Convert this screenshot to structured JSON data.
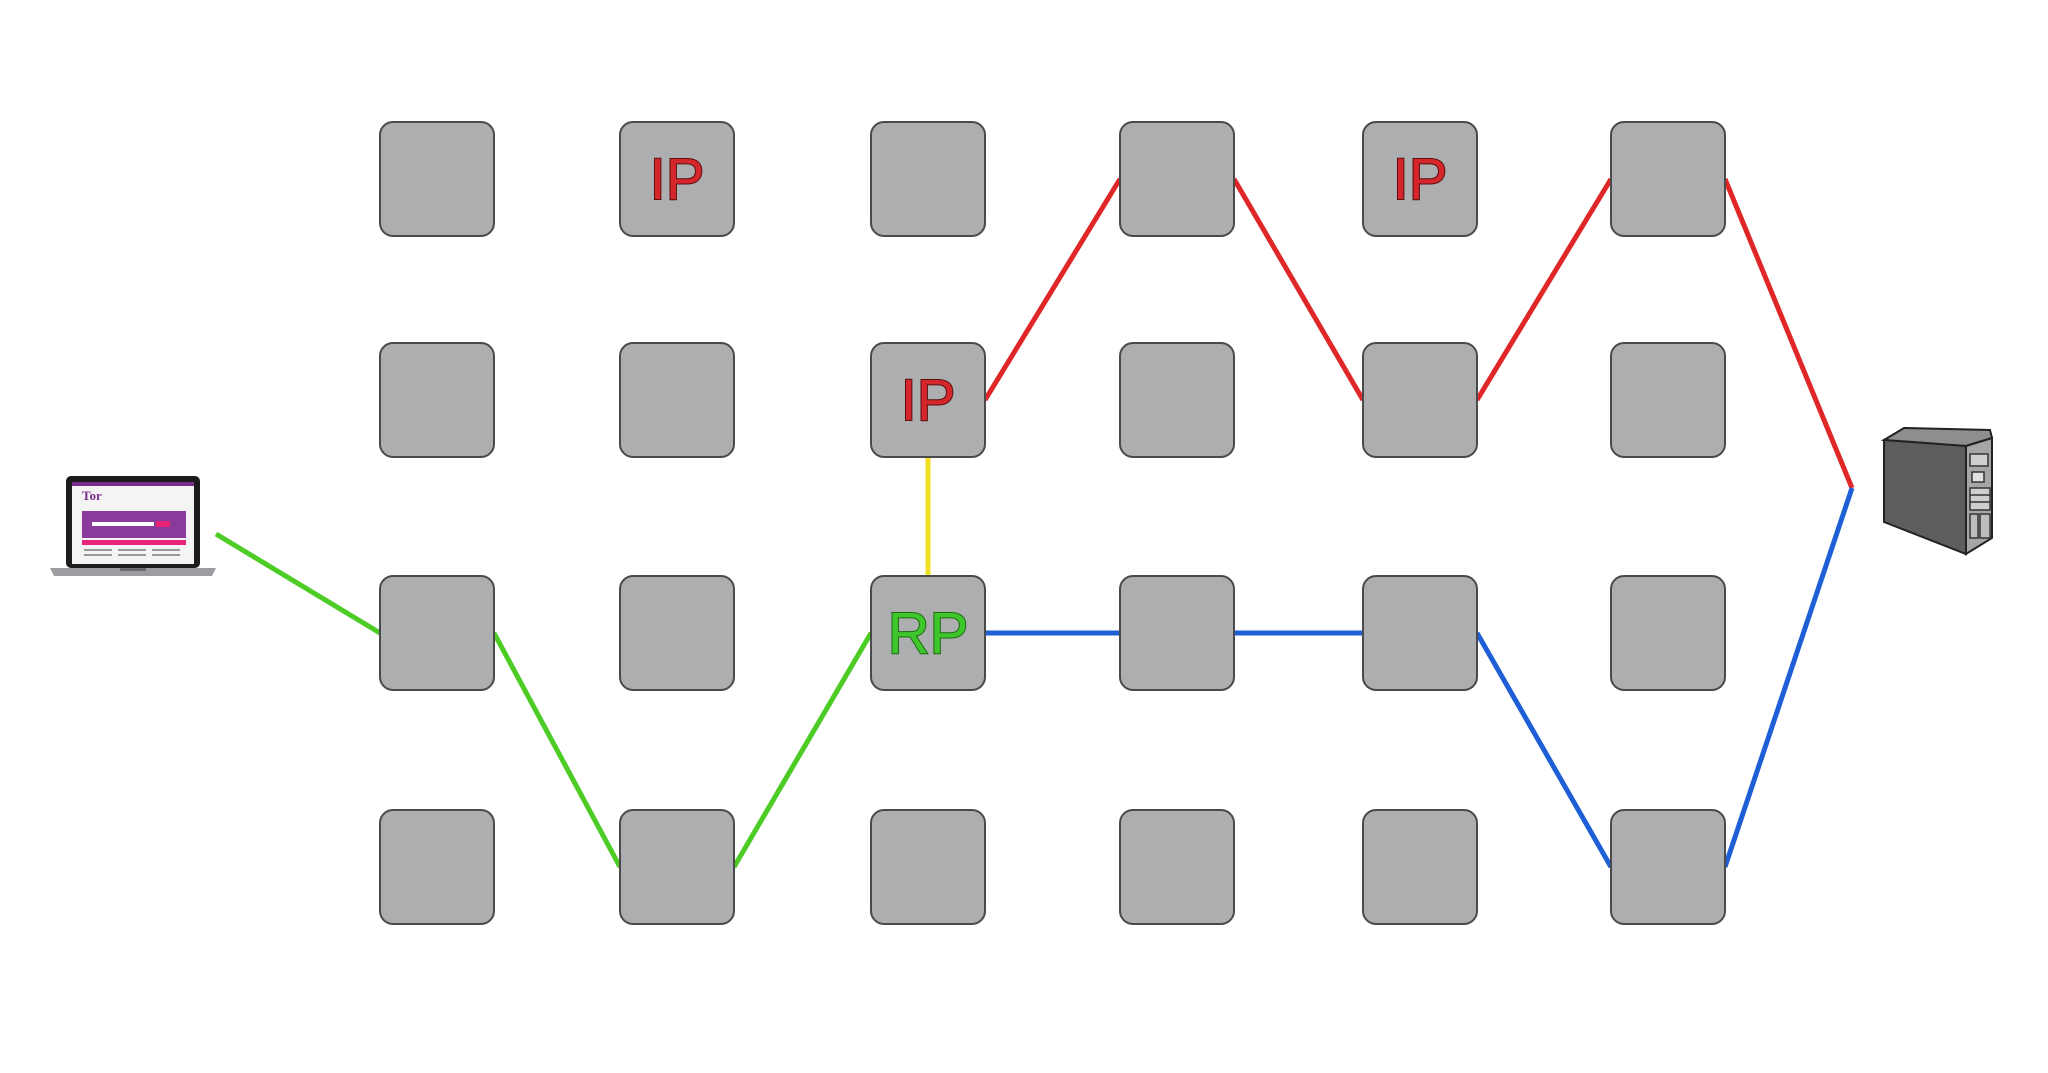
{
  "colors": {
    "node_fill": "#adaeb0",
    "node_stroke": "#4a4a4a",
    "ip_label": "#d4262b",
    "rp_label": "#3ec72a",
    "client_path": "#4ccc25",
    "service_intro_path": "#e02727",
    "service_rendezvous_path": "#1f5fd6",
    "link_ip_rp": "#f0e020"
  },
  "icons": {
    "client": "laptop-icon",
    "server": "server-tower-icon"
  },
  "laptop": {
    "brand": "Tor"
  },
  "grid": {
    "columns": 6,
    "rows": 4,
    "nodes": [
      {
        "id": "n00",
        "col": 0,
        "row": 0,
        "label": ""
      },
      {
        "id": "n01",
        "col": 1,
        "row": 0,
        "label": "IP",
        "role": "introduction-point"
      },
      {
        "id": "n02",
        "col": 2,
        "row": 0,
        "label": ""
      },
      {
        "id": "n03",
        "col": 3,
        "row": 0,
        "label": ""
      },
      {
        "id": "n04",
        "col": 4,
        "row": 0,
        "label": "IP",
        "role": "introduction-point"
      },
      {
        "id": "n05",
        "col": 5,
        "row": 0,
        "label": ""
      },
      {
        "id": "n10",
        "col": 0,
        "row": 1,
        "label": ""
      },
      {
        "id": "n11",
        "col": 1,
        "row": 1,
        "label": ""
      },
      {
        "id": "n12",
        "col": 2,
        "row": 1,
        "label": "IP",
        "role": "introduction-point"
      },
      {
        "id": "n13",
        "col": 3,
        "row": 1,
        "label": ""
      },
      {
        "id": "n14",
        "col": 4,
        "row": 1,
        "label": ""
      },
      {
        "id": "n15",
        "col": 5,
        "row": 1,
        "label": ""
      },
      {
        "id": "n20",
        "col": 0,
        "row": 2,
        "label": ""
      },
      {
        "id": "n21",
        "col": 1,
        "row": 2,
        "label": ""
      },
      {
        "id": "n22",
        "col": 2,
        "row": 2,
        "label": "RP",
        "role": "rendezvous-point"
      },
      {
        "id": "n23",
        "col": 3,
        "row": 2,
        "label": ""
      },
      {
        "id": "n24",
        "col": 4,
        "row": 2,
        "label": ""
      },
      {
        "id": "n25",
        "col": 5,
        "row": 2,
        "label": ""
      },
      {
        "id": "n30",
        "col": 0,
        "row": 3,
        "label": ""
      },
      {
        "id": "n31",
        "col": 1,
        "row": 3,
        "label": ""
      },
      {
        "id": "n32",
        "col": 2,
        "row": 3,
        "label": ""
      },
      {
        "id": "n33",
        "col": 3,
        "row": 3,
        "label": ""
      },
      {
        "id": "n34",
        "col": 4,
        "row": 3,
        "label": ""
      },
      {
        "id": "n35",
        "col": 5,
        "row": 3,
        "label": ""
      }
    ]
  },
  "paths": [
    {
      "name": "client-circuit",
      "color": "client_path",
      "hops": [
        "laptop",
        "n20",
        "n31",
        "n22"
      ]
    },
    {
      "name": "ip-rp-link",
      "color": "link_ip_rp",
      "hops": [
        "n12",
        "n22"
      ]
    },
    {
      "name": "service-intro-circuit",
      "color": "service_intro_path",
      "hops": [
        "n12",
        "n03",
        "n14",
        "n05",
        "server"
      ]
    },
    {
      "name": "service-rendezvous-circuit",
      "color": "service_rendezvous_path",
      "hops": [
        "n22",
        "n23",
        "n24",
        "n35",
        "server"
      ]
    }
  ]
}
